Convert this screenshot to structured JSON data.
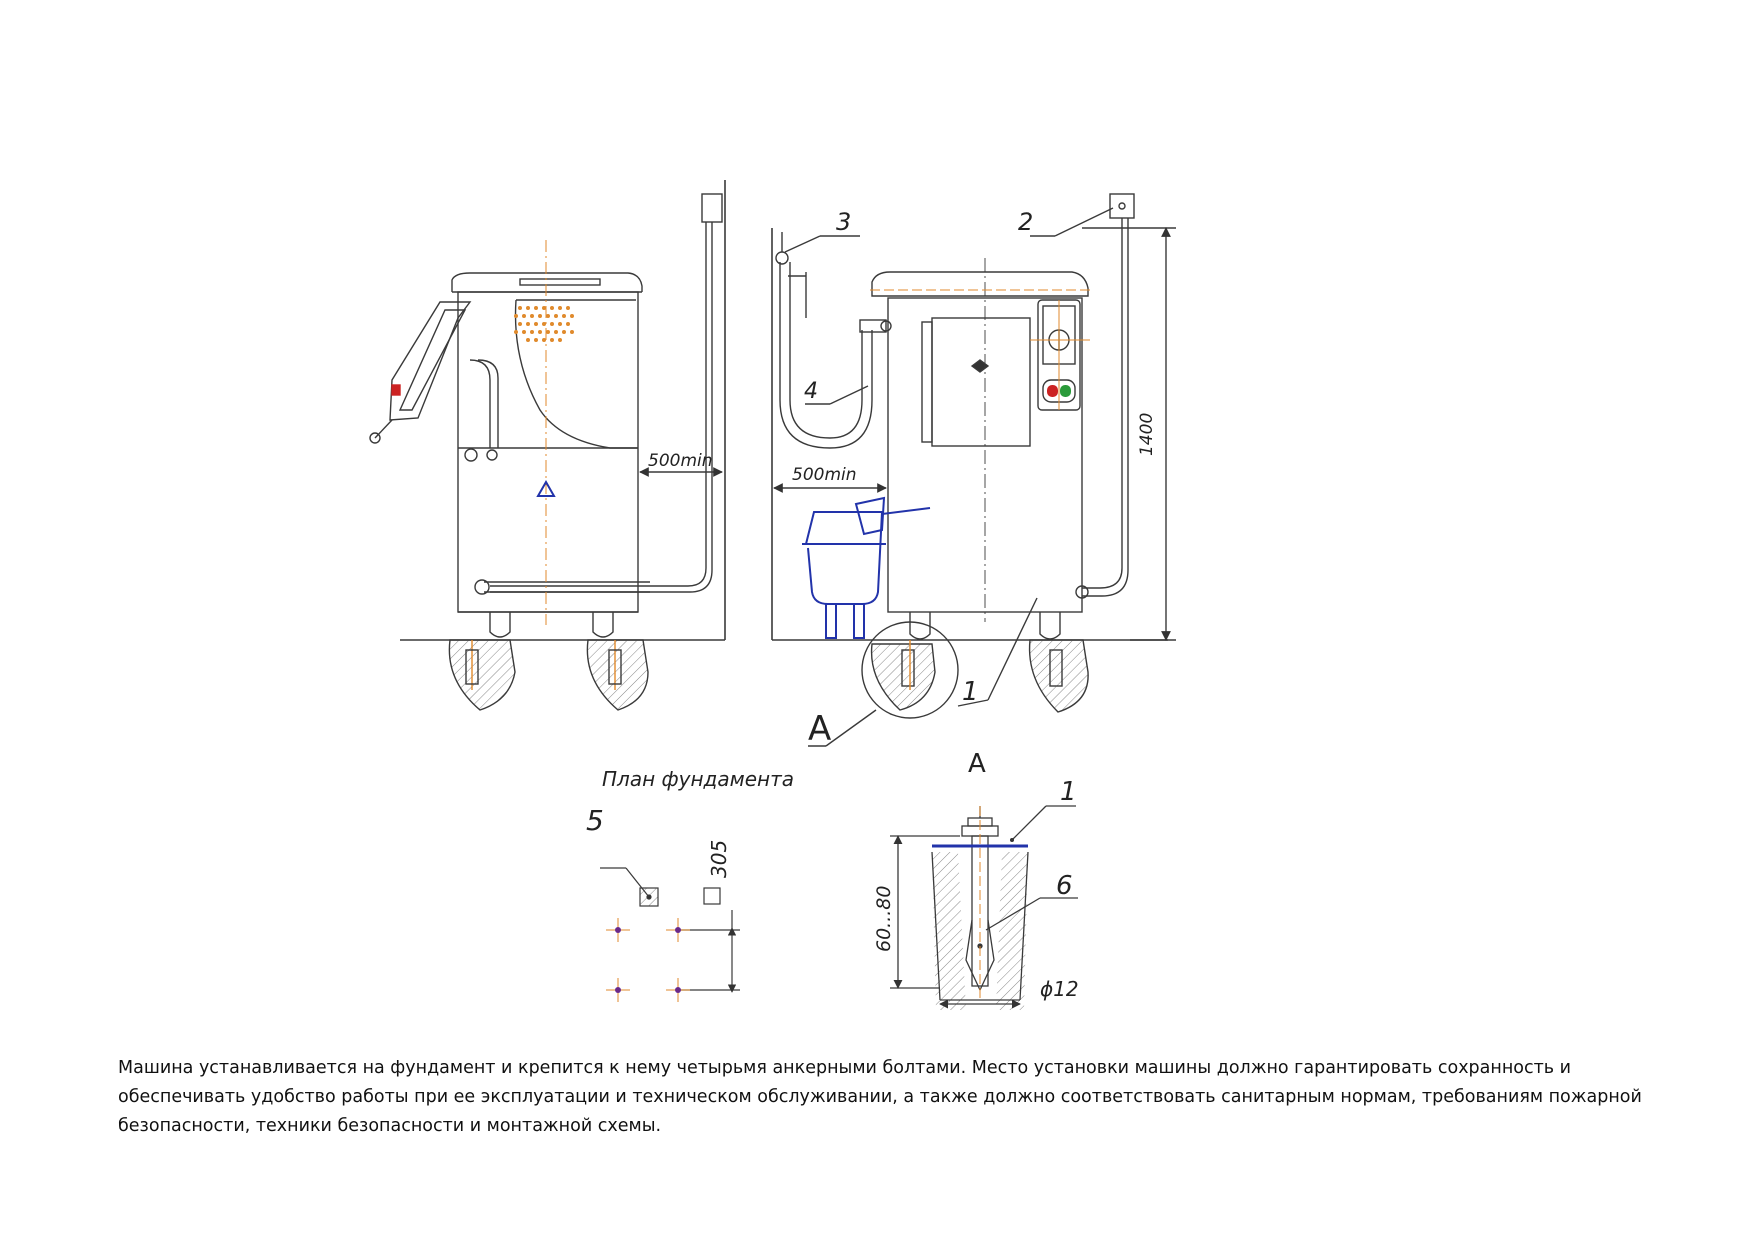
{
  "labels": {
    "item1": "1",
    "item2": "2",
    "item3": "3",
    "item4": "4",
    "item5": "5",
    "item6": "6",
    "dim_500_left": "500min",
    "dim_500_right": "500min",
    "dim_1400": "1400",
    "dim_305": "305",
    "dim_60_80": "60...80",
    "dim_phi12": "ϕ12",
    "detail_callout": "A",
    "detail_title": "A",
    "foundation_plan_title": "План фундамента"
  },
  "description": "Машина устанавливается на фундамент и крепится к нему четырьмя анкерными болтами. Место установки машины должно гарантировать сохранность и обеспечивать удобство работы при ее эксплуатации и техническом обслуживании, а также должно соответствовать санитарным нормам, требованиям пожарной безопасности, техники безопасности и монтажной схемы.",
  "colors": {
    "line": "#3a3a3a",
    "hatch": "#777777",
    "accent_orange": "#e08a2c",
    "accent_blue": "#2233aa",
    "accent_red": "#cc2222",
    "accent_green": "#2a9a3a",
    "marker_purple": "#6a2a8a"
  }
}
